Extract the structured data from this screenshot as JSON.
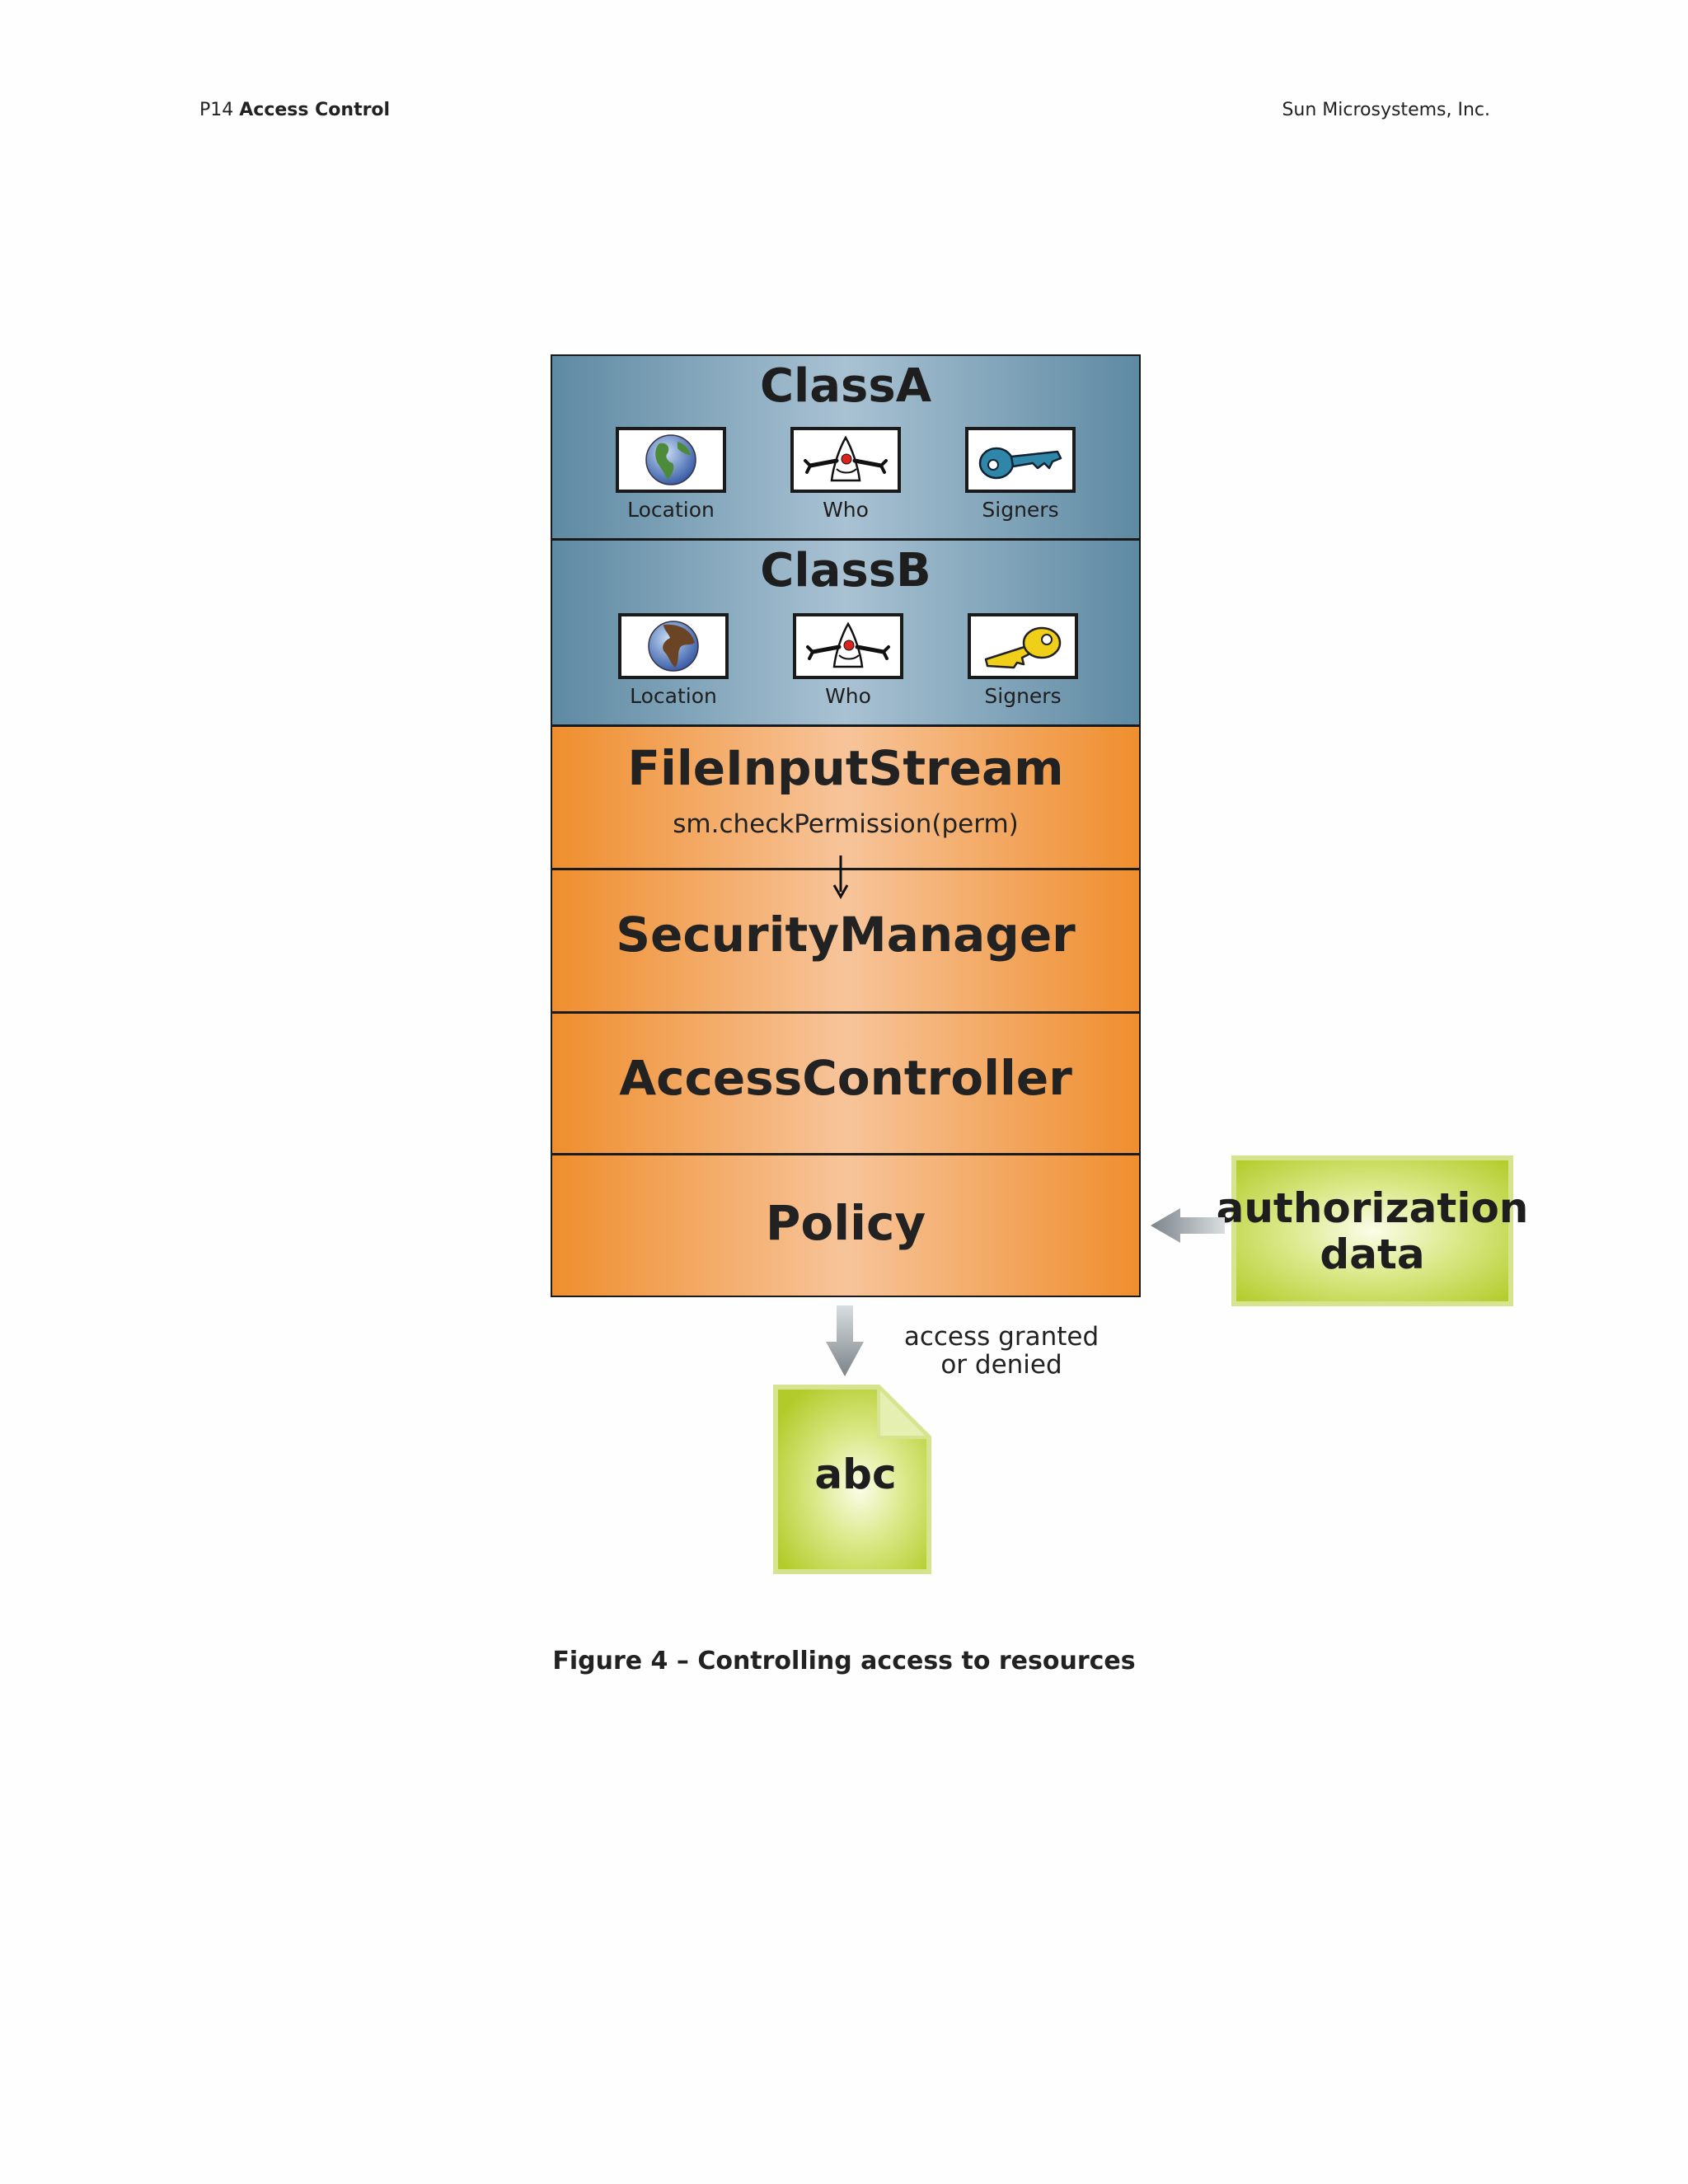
{
  "header": {
    "page_number": "P14",
    "section": "Access Control",
    "company": "Sun Microsystems, Inc."
  },
  "diagram": {
    "class_a": {
      "title": "ClassA",
      "icons": [
        {
          "label": "Location",
          "icon": "globe-icon"
        },
        {
          "label": "Who",
          "icon": "duke-mascot-icon"
        },
        {
          "label": "Signers",
          "icon": "key-icon"
        }
      ],
      "key_color": "#2e86a8"
    },
    "class_b": {
      "title": "ClassB",
      "icons": [
        {
          "label": "Location",
          "icon": "globe-icon"
        },
        {
          "label": "Who",
          "icon": "duke-mascot-icon"
        },
        {
          "label": "Signers",
          "icon": "key-icon"
        }
      ],
      "key_color": "#f0cf1a"
    },
    "file_input_stream": {
      "title": "FileInputStream",
      "call": "sm.checkPermission(perm)"
    },
    "security_manager": {
      "title": "SecurityManager"
    },
    "access_controller": {
      "title": "AccessController"
    },
    "policy": {
      "title": "Policy"
    },
    "authorization": {
      "line1": "authorization",
      "line2": "data"
    },
    "result": {
      "line1": "access granted",
      "line2": "or denied"
    },
    "resource": {
      "label": "abc"
    },
    "colors": {
      "class_layer": "#5e8aa3",
      "system_layer": "#ef8e2e",
      "data_box": "#b3cb2a"
    }
  },
  "caption": "Figure 4 – Controlling access to resources"
}
